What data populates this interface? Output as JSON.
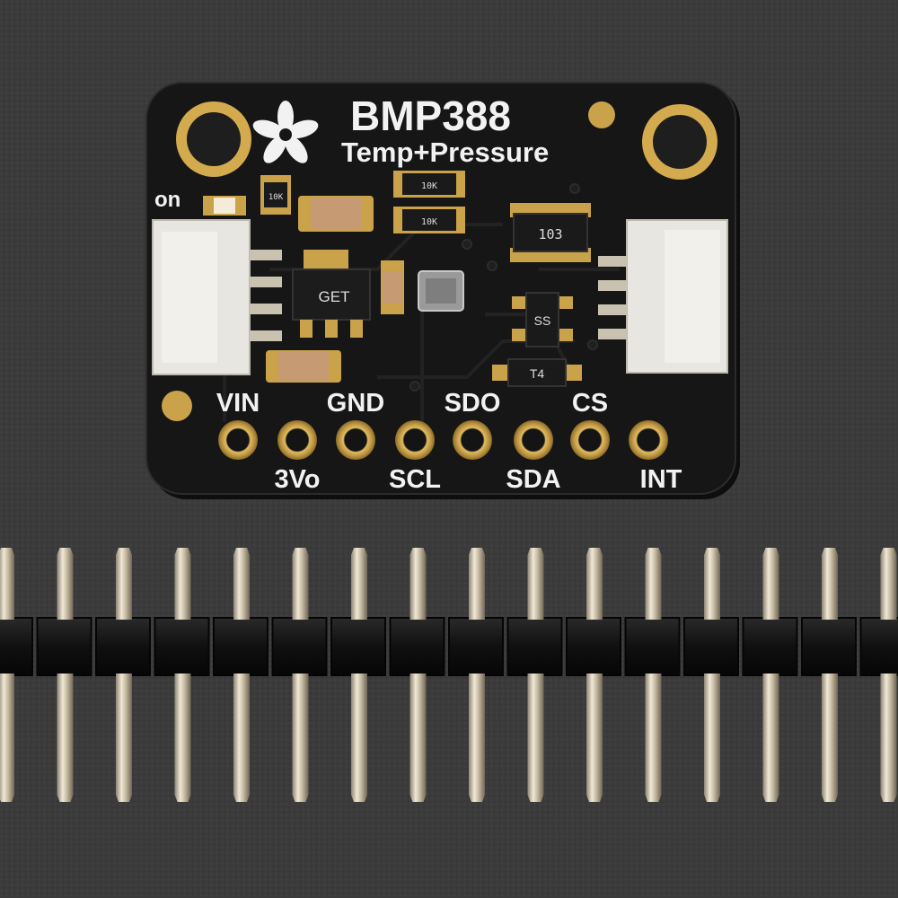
{
  "board": {
    "title": "BMP388",
    "subtitle": "Temp+Pressure",
    "power_led_label": "on",
    "pins_top": [
      "VIN",
      "GND",
      "SDO",
      "CS"
    ],
    "pins_bottom": [
      "3Vo",
      "SCL",
      "SDA",
      "INT"
    ],
    "chip_markings": {
      "regulator": "GET",
      "resistor_array": "103",
      "transistor_a": "SS",
      "transistor_b": "T4",
      "resistor_a": "10K",
      "resistor_b": "10K",
      "resistor_c": "10K"
    },
    "colors": {
      "pcb": "#141414",
      "silkscreen": "#f2f2f2",
      "gold": "#c9a24a",
      "connector": "#e8e6e0",
      "background": "#3a3a3a"
    }
  },
  "header_strip": {
    "pin_count": 16
  }
}
